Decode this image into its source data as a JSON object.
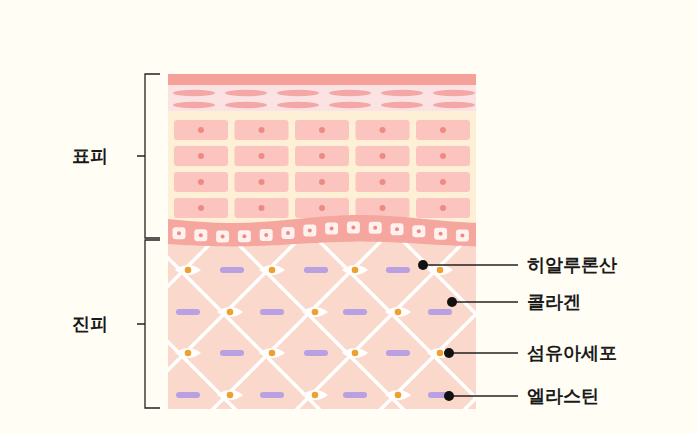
{
  "diagram": {
    "labels": [
      "표피",
      "진피",
      "히알루론산",
      "콜라겐",
      "섬유아세포",
      "엘라스틴"
    ]
  }
}
